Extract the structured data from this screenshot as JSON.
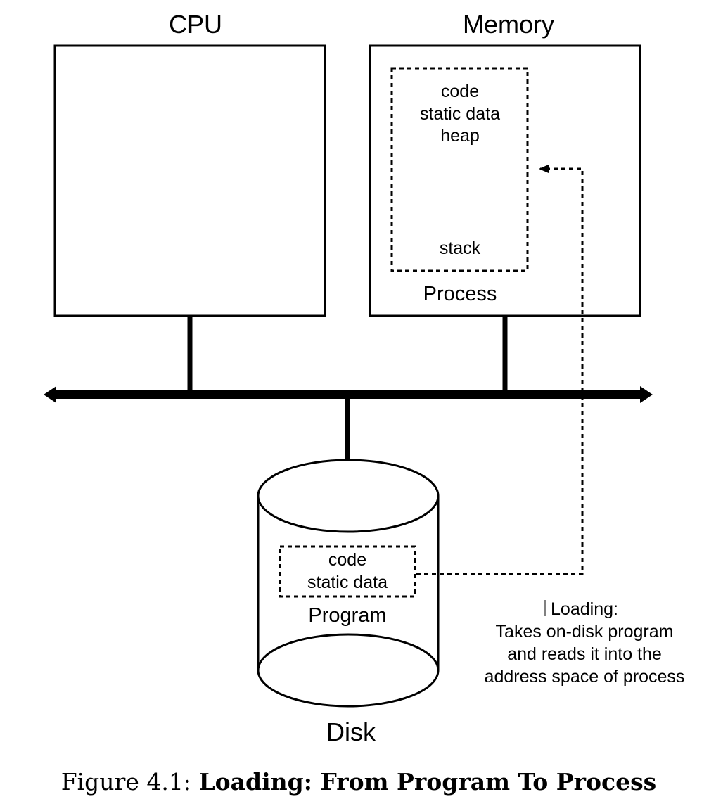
{
  "cpu": {
    "label": "CPU"
  },
  "memory": {
    "label": "Memory",
    "process": {
      "label": "Process",
      "segments": [
        "code",
        "static data",
        "heap"
      ],
      "stack_label": "stack"
    }
  },
  "disk": {
    "label": "Disk",
    "program": {
      "label": "Program",
      "segments": [
        "code",
        "static data"
      ]
    }
  },
  "loading_note": {
    "lines": [
      "Loading:",
      "Takes on-disk program",
      "and reads it into the",
      "address space of process"
    ]
  },
  "caption": {
    "prefix": "Figure 4.1: ",
    "title": "Loading: From Program To Process"
  }
}
